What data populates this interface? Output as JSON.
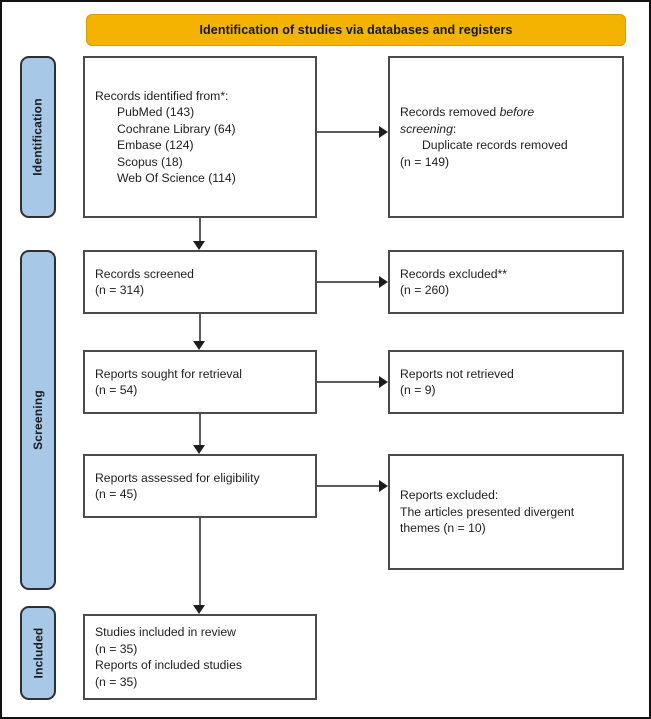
{
  "banner": {
    "title": "Identification of studies via databases and registers",
    "color": "#F5B301"
  },
  "stages": {
    "identification": "Identification",
    "screening": "Screening",
    "included": "Included",
    "color": "#A8C8E8"
  },
  "boxes": {
    "identified": {
      "name": "Records identified from*:",
      "sources": [
        "PubMed (143)",
        "Cochrane Library (64)",
        "Embase (124)",
        "Scopus (18)",
        "Web Of Science (114)"
      ]
    },
    "removed": {
      "line1": "Records removed ",
      "line1_italic": "before",
      "line2_italic": "screening",
      "line2_tail": ":",
      "detail": "Duplicate records removed",
      "count": "(n = 149)"
    },
    "screened": {
      "label": "Records screened",
      "count": "(n = 314)"
    },
    "excluded": {
      "label": "Records excluded**",
      "count": "(n = 260)"
    },
    "sought": {
      "label": "Reports sought for retrieval",
      "count": "(n = 54)"
    },
    "not_retrieved": {
      "label": "Reports not retrieved",
      "count": "(n = 9)"
    },
    "eligibility": {
      "label": "Reports assessed for eligibility",
      "count": "(n = 45)"
    },
    "reports_excluded": {
      "label": "Reports excluded:",
      "reason_line1": "The articles presented divergent",
      "reason_line2": "themes (n = 10)"
    },
    "included": {
      "label1": "Studies included in review",
      "count1": "(n = 35)",
      "label2": "Reports of included studies",
      "count2": "(n = 35)"
    }
  }
}
